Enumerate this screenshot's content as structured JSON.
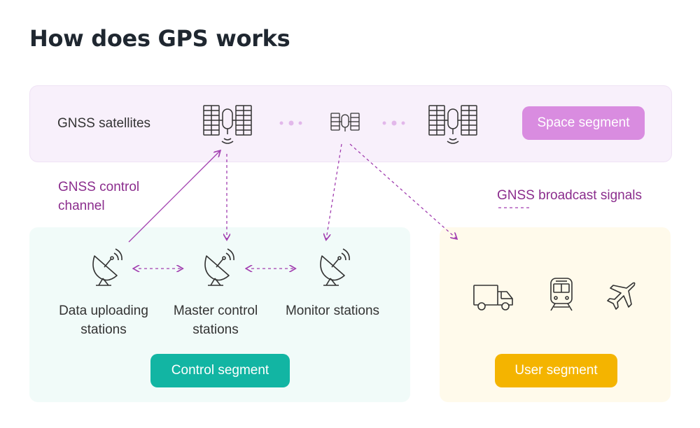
{
  "title": "How does GPS works",
  "space": {
    "label": "GNSS satellites",
    "segment": "Space segment"
  },
  "control": {
    "channel_label": "GNSS control channel",
    "stations": [
      {
        "label": "Data uploading stations"
      },
      {
        "label": "Master control stations"
      },
      {
        "label": "Monitor stations"
      }
    ],
    "segment": "Control segment"
  },
  "broadcast": {
    "label": "GNSS broadcast signals"
  },
  "user": {
    "segment": "User segment",
    "icons": [
      "truck-icon",
      "train-icon",
      "airplane-icon"
    ]
  },
  "colors": {
    "space_bg": "#f8f0fb",
    "space_pill": "#d98ce0",
    "control_bg": "#f1fbf9",
    "control_pill": "#12b5a3",
    "user_bg": "#fffaeb",
    "user_pill": "#f4b400",
    "signal_purple": "#a23fb0",
    "text_purple": "#8b2d8d"
  }
}
